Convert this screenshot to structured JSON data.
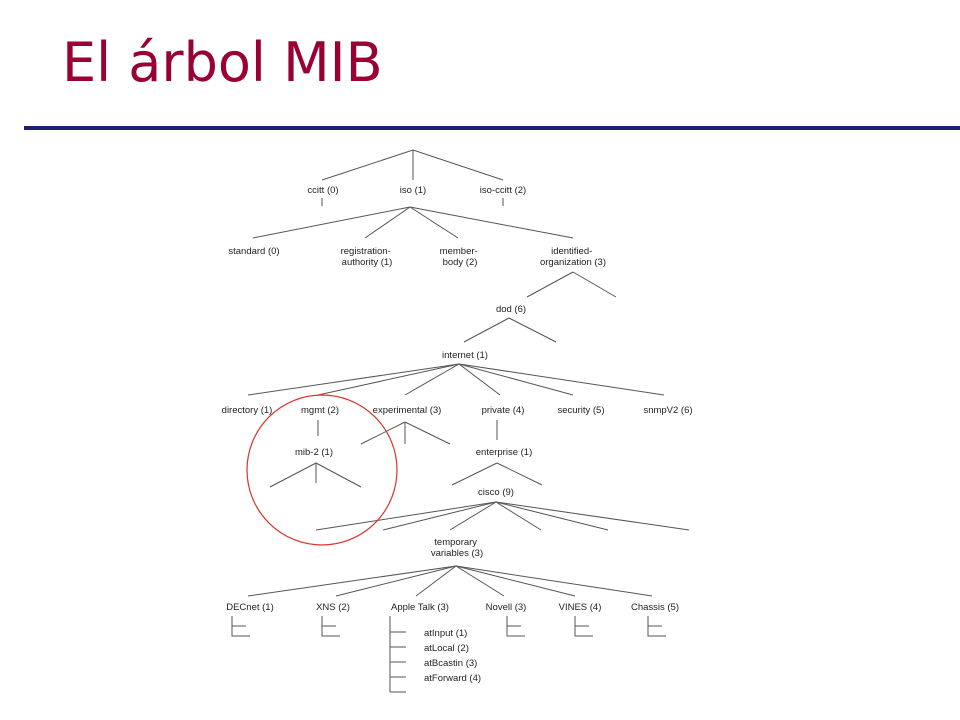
{
  "title": "El árbol MIB",
  "colors": {
    "title": "#990033",
    "rule": "#1f1f7a",
    "highlight": "#d9342b"
  },
  "nodes": {
    "ccitt": "ccitt (0)",
    "iso": "iso (1)",
    "iso_ccitt": "iso-ccitt (2)",
    "standard": "standard (0)",
    "registration_authority": [
      "registration-",
      "authority (1)"
    ],
    "member_body": [
      "member-",
      "body (2)"
    ],
    "identified_organization": [
      "identified-",
      "organization (3)"
    ],
    "dod": "dod (6)",
    "internet": "internet (1)",
    "directory": "directory (1)",
    "mgmt": "mgmt (2)",
    "experimental": "experimental (3)",
    "private": "private (4)",
    "security": "security (5)",
    "snmpv2": "snmpV2 (6)",
    "mib2": "mib-2  (1)",
    "enterprise": "enterprise (1)",
    "cisco": "cisco (9)",
    "temporary_variables": [
      "temporary",
      "variables (3)"
    ],
    "decnet": "DECnet (1)",
    "xns": "XNS (2)",
    "appletalk": "Apple Talk (3)",
    "novell": "Novell (3)",
    "vines": "VINES (4)",
    "chassis": "Chassis (5)",
    "atinput": "atInput (1)",
    "atlocal": "atLocal (2)",
    "atbcastin": "atBcastin (3)",
    "atforward": "atForward (4)"
  }
}
